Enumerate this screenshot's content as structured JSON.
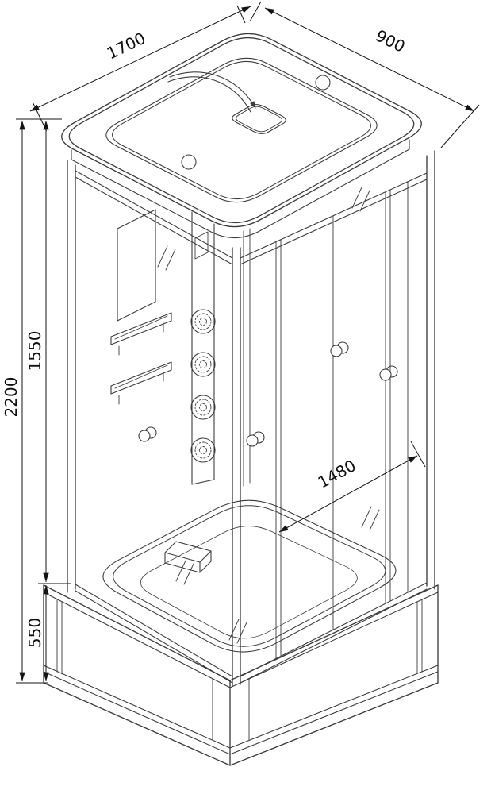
{
  "drawing": {
    "subject": "shower-cabin-isometric-technical-drawing",
    "background": "#ffffff",
    "line_color": "#3c3c3c",
    "dimension_color": "#141414"
  },
  "dims": {
    "top_left": "1700",
    "top_right": "900",
    "left_outer": "2200",
    "left_inner_upper": "1550",
    "left_inner_lower": "550",
    "inner_diagonal": "1480"
  }
}
